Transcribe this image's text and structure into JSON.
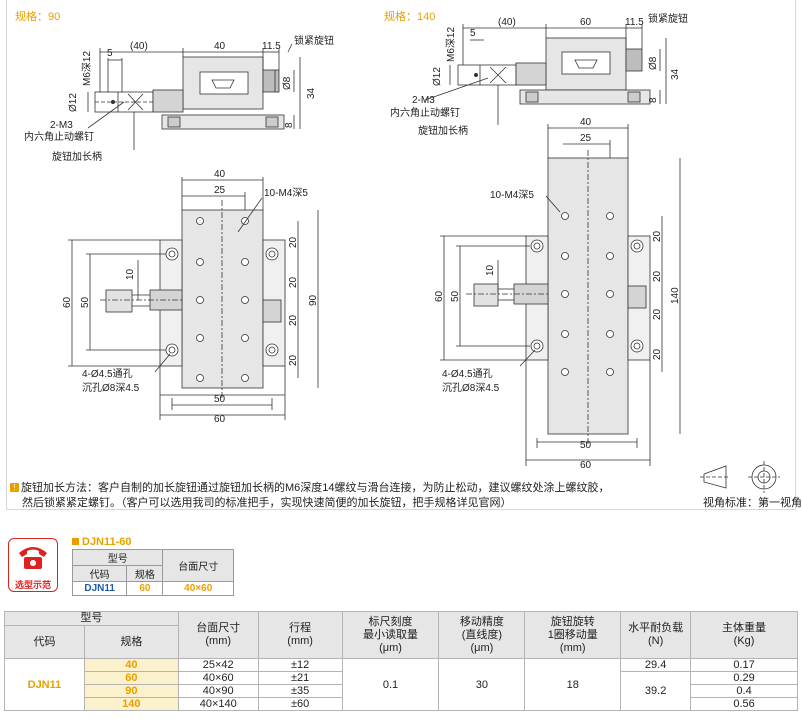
{
  "spec_left": {
    "label": "规格：90",
    "d_40p": "(40)",
    "d_40": "40",
    "d_115": "11.5",
    "lock": "锁紧旋钮",
    "m6": "M6深12",
    "d5": "5",
    "phi12": "Ø12",
    "phi8": "Ø8",
    "d34": "34",
    "d8": "8",
    "m3": "2-M3",
    "set_screw": "内六角止动螺钉",
    "handle": "旋钮加长柄",
    "t40": "40",
    "t25": "25",
    "m4": "10-M4深5",
    "d10": "10",
    "d60": "60",
    "d50": "50",
    "r20a": "20",
    "r20b": "20",
    "r20c": "20",
    "r20d": "20",
    "d90": "90",
    "hole1": "4-Ø4.5通孔",
    "hole2": "沉孔Ø8深4.5",
    "b50": "50",
    "b60": "60"
  },
  "spec_right": {
    "label": "规格：140",
    "d_40p": "(40)",
    "d_60": "60",
    "d_115": "11.5",
    "lock": "锁紧旋钮",
    "m6": "M6深12",
    "d5": "5",
    "phi12": "Ø12",
    "phi8": "Ø8",
    "d34": "34",
    "d8": "8",
    "m3": "2-M3",
    "set_screw": "内六角止动螺钉",
    "handle": "旋钮加长柄",
    "t40": "40",
    "t25": "25",
    "m4": "10-M4深5",
    "d10": "10",
    "d60": "60",
    "d50": "50",
    "r20a": "20",
    "r20b": "20",
    "r20c": "20",
    "r20d": "20",
    "d140": "140",
    "hole1": "4-Ø4.5通孔",
    "hole2": "沉孔Ø8深4.5",
    "b50": "50",
    "b60": "60"
  },
  "note": {
    "line1": "旋钮加长方法：客户自制的加长旋钮通过旋钮加长柄的M6深度14螺纹与滑台连接，为防止松动，建议螺纹处涂上螺纹胶，",
    "line2": "然后锁紧紧定螺钉。（客户可以选用我司的标准把手，实现快速简便的加长旋钮，把手规格详见官网）",
    "view_label": "视角标准：第一视角"
  },
  "example": {
    "badge": "选型示范",
    "title": "DJN11-60",
    "h_model": "型号",
    "h_code": "代码",
    "h_spec": "规格",
    "h_size": "台面尺寸",
    "code": "DJN11",
    "spec": "60",
    "size": "40×60"
  },
  "spec_table": {
    "h_model": "型号",
    "h_code": "代码",
    "h_spec": "规格",
    "h_size": [
      "台面尺寸",
      "(mm)"
    ],
    "h_travel": [
      "行程",
      "(mm)"
    ],
    "h_scale": [
      "标尺刻度",
      "最小读取量",
      "(μm)"
    ],
    "h_accuracy": [
      "移动精度",
      "(直线度)",
      "(μm)"
    ],
    "h_rotation": [
      "旋钮旋转",
      "1圈移动量",
      "(mm)"
    ],
    "h_load": [
      "水平耐负载",
      "(N)"
    ],
    "h_weight": [
      "主体重量",
      "(Kg)"
    ],
    "code": "DJN11",
    "rows": [
      {
        "spec": "40",
        "size": "25×42",
        "travel": "±12",
        "weight": "0.17"
      },
      {
        "spec": "60",
        "size": "40×60",
        "travel": "±21",
        "weight": "0.29"
      },
      {
        "spec": "90",
        "size": "40×90",
        "travel": "±35",
        "weight": "0.4"
      },
      {
        "spec": "140",
        "size": "40×140",
        "travel": "±60",
        "weight": "0.56"
      }
    ],
    "scale": "0.1",
    "accuracy": "30",
    "rotation": "18",
    "load_a": "29.4",
    "load_b": "39.2"
  }
}
